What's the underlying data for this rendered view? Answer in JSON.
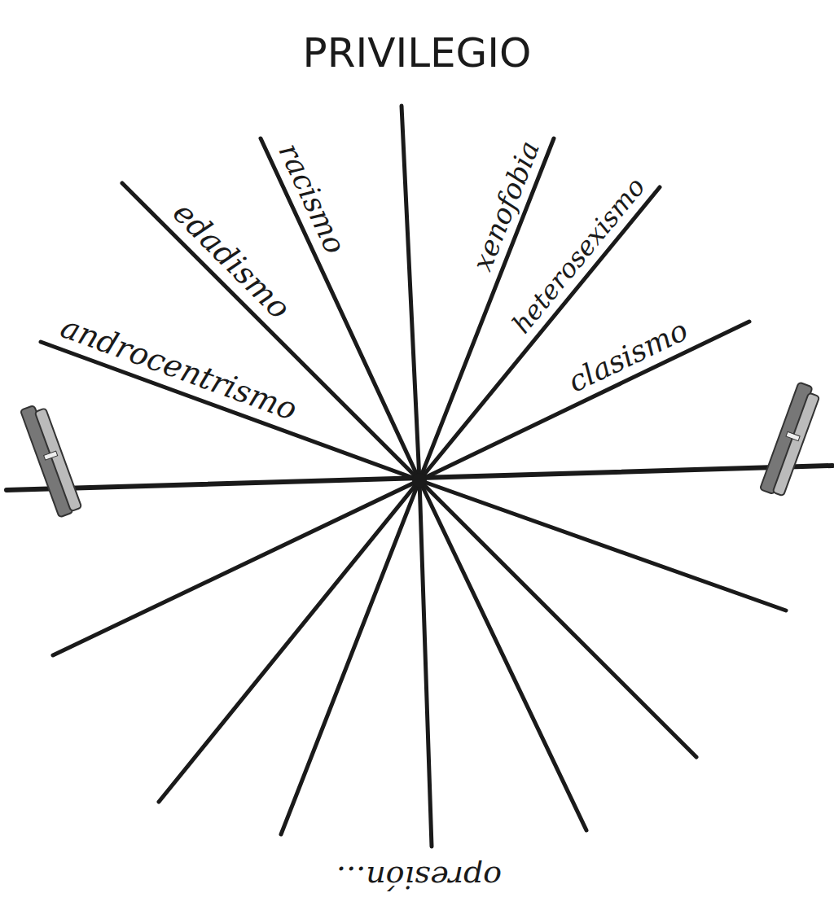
{
  "diagram": {
    "title": "PRIVILEGIO",
    "labels": [
      "androcentrismo",
      "edadismo",
      "racismo",
      "xenofobia",
      "heterosexismo",
      "clasismo",
      "opresión..."
    ]
  }
}
